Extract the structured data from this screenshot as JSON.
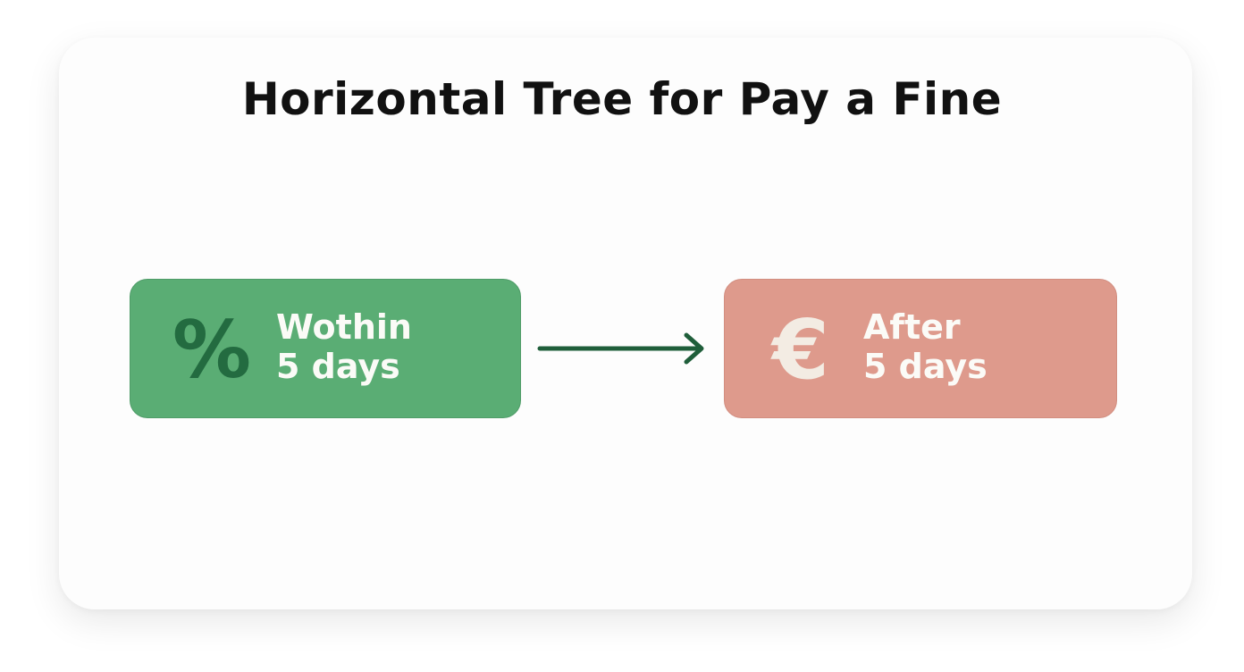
{
  "diagram": {
    "title": "Horizontal Tree for Pay a Fine",
    "nodes": [
      {
        "icon": "percent-icon",
        "icon_glyph": "%",
        "line1": "Wothin",
        "line2": "5 days",
        "fill_color": "#5aad74"
      },
      {
        "icon": "euro-icon",
        "icon_glyph": "€",
        "line1": "After",
        "line2": "5 days",
        "fill_color": "#de9a8c"
      }
    ],
    "edges": [
      {
        "from": 0,
        "to": 1,
        "color": "#1f5e3a"
      }
    ]
  }
}
